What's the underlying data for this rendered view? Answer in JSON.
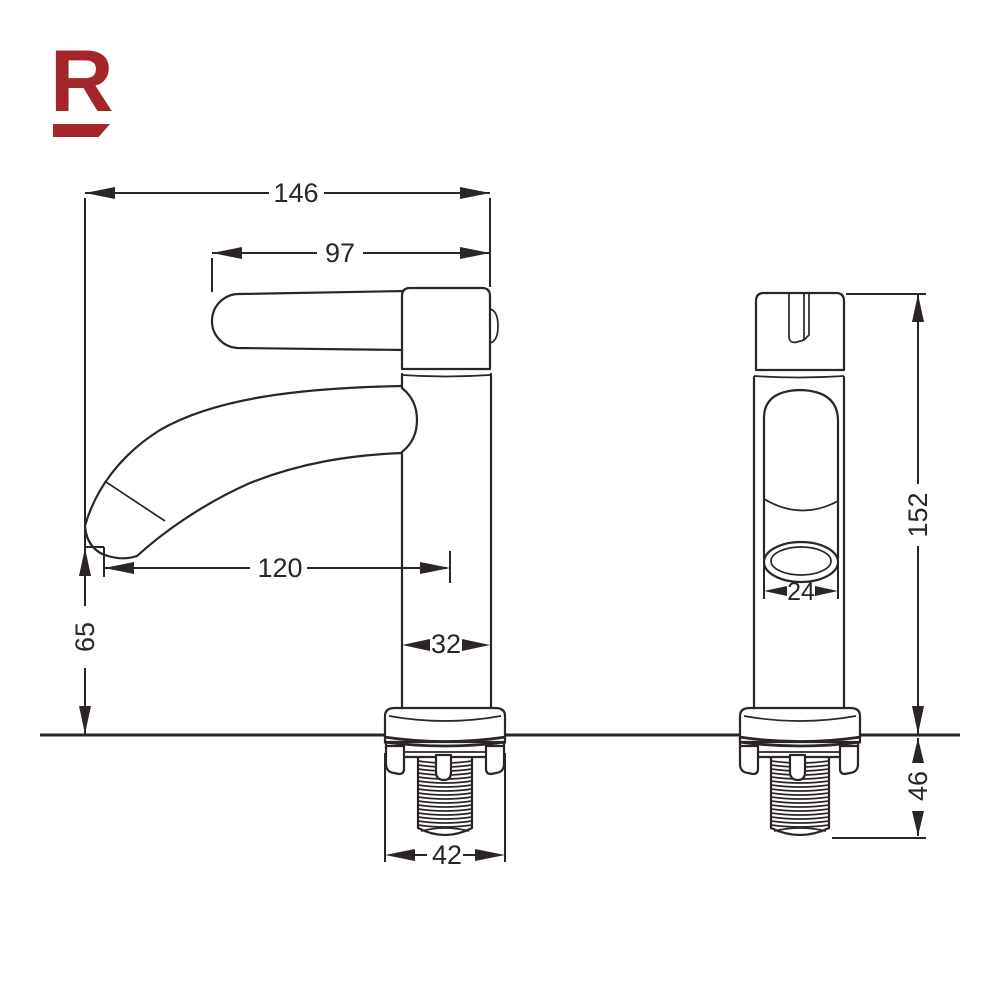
{
  "logo": {
    "letter": "R",
    "color": "#a4252a"
  },
  "diagram": {
    "stroke_color": "#2b2526",
    "type": "technical-drawing",
    "subject": "single-lever basin faucet, side view and front view with dimension lines",
    "dimensions": {
      "overall_length": "146",
      "handle_length": "97",
      "spout_reach": "120",
      "spout_outlet_height": "65",
      "body_diameter": "32",
      "base_flange_diameter": "42",
      "overall_height": "152",
      "spout_outlet_diameter": "24",
      "under_counter_shank_length": "46"
    }
  }
}
